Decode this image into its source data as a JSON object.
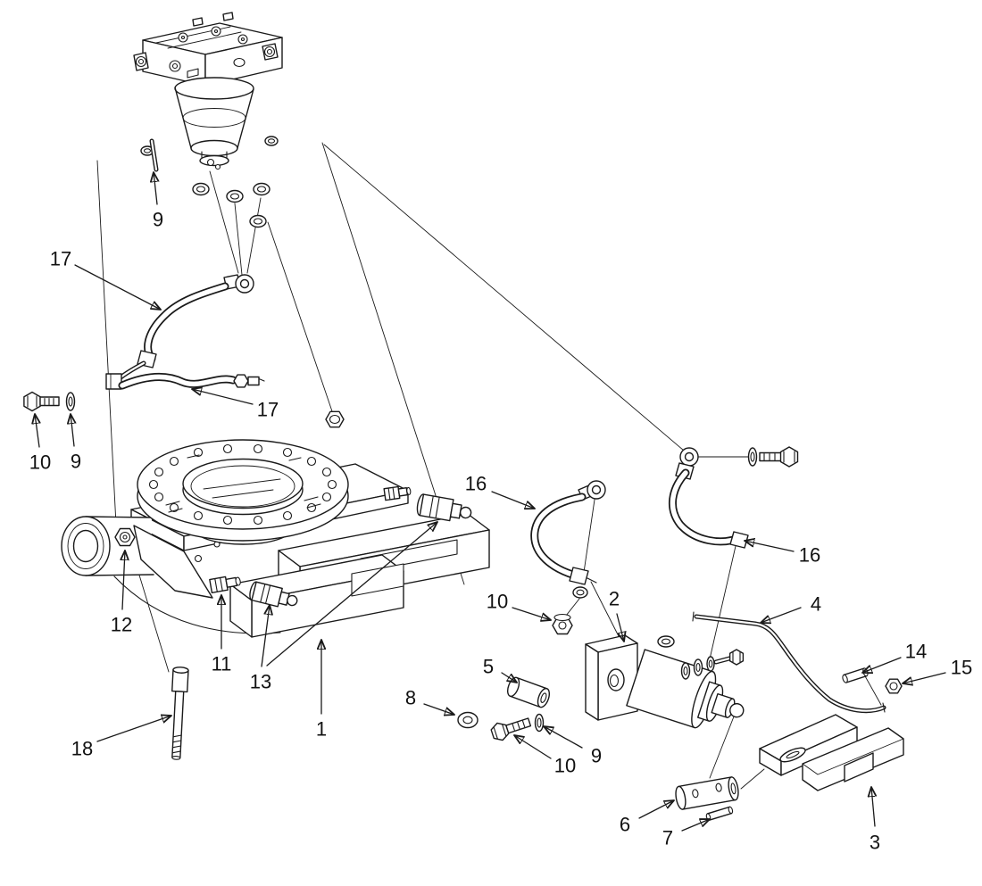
{
  "colors": {
    "background": "#ffffff",
    "line": "#1a1a1a",
    "label": "#111111"
  },
  "diagram_type": "exploded-parts-view",
  "callouts": [
    {
      "label": "9"
    },
    {
      "label": "17"
    },
    {
      "label": "17"
    },
    {
      "label": "10"
    },
    {
      "label": "9"
    },
    {
      "label": "16"
    },
    {
      "label": "16"
    },
    {
      "label": "12"
    },
    {
      "label": "11"
    },
    {
      "label": "13"
    },
    {
      "label": "1"
    },
    {
      "label": "10"
    },
    {
      "label": "2"
    },
    {
      "label": "4"
    },
    {
      "label": "5"
    },
    {
      "label": "8"
    },
    {
      "label": "14"
    },
    {
      "label": "15"
    },
    {
      "label": "10"
    },
    {
      "label": "9"
    },
    {
      "label": "6"
    },
    {
      "label": "7"
    },
    {
      "label": "3"
    },
    {
      "label": "18"
    }
  ]
}
